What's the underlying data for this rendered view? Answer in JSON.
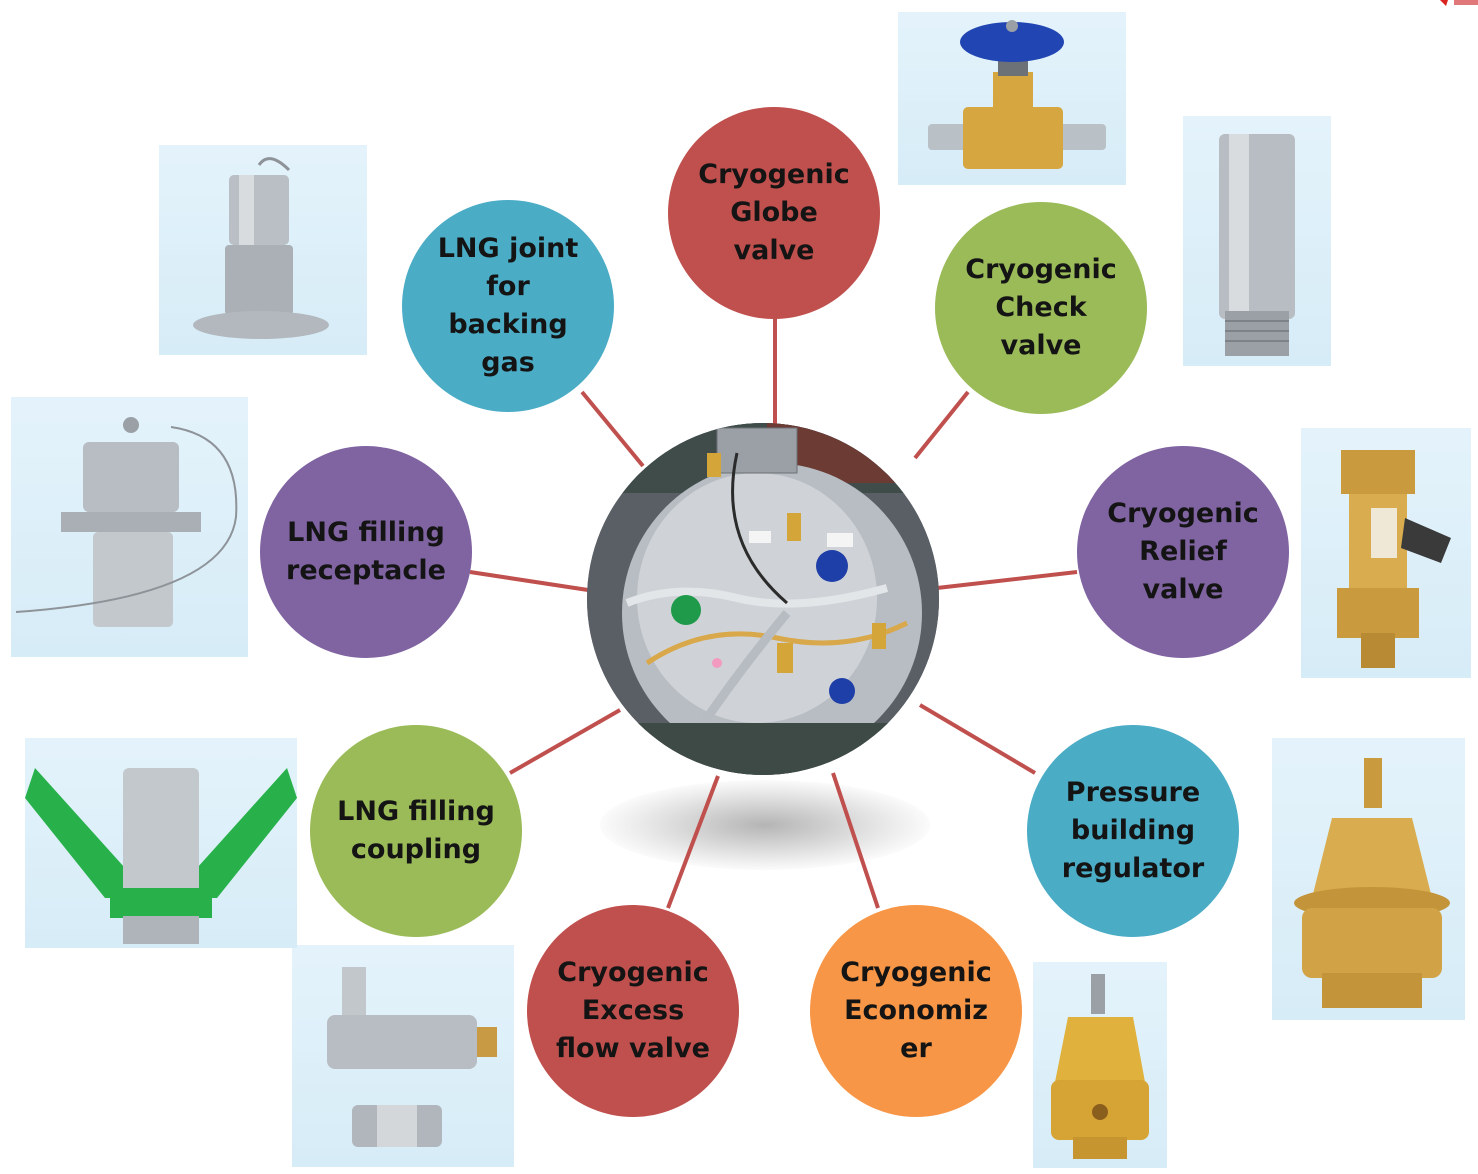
{
  "colors": {
    "red": "#c0504d",
    "teal": "#4bacc6",
    "green": "#9bbb59",
    "purple": "#8064a2",
    "orange": "#f79646",
    "connector": "#c0504d",
    "photo_bg": "#dcf0fa"
  },
  "center": {
    "image": "lng-cylinder-valve-panel-photo"
  },
  "components": [
    {
      "id": "globe",
      "label": "Cryogenic\nGlobe\nvalve",
      "color": "red",
      "photo": "blue-handwheel-brass-globe-valve"
    },
    {
      "id": "check",
      "label": "Cryogenic\nCheck\nvalve",
      "color": "green",
      "photo": "stainless-check-valve"
    },
    {
      "id": "relief",
      "label": "Cryogenic\nRelief\nvalve",
      "color": "purple",
      "photo": "brass-relief-valve"
    },
    {
      "id": "pressure",
      "label": "Pressure\nbuilding\nregulator",
      "color": "teal",
      "photo": "brass-pressure-regulator"
    },
    {
      "id": "economizer",
      "label": "Cryogenic\nEconomiz\ner",
      "color": "orange",
      "photo": "brass-economizer"
    },
    {
      "id": "excess",
      "label": "Cryogenic\nExcess\nflow valve",
      "color": "red",
      "photo": "excess-flow-valves"
    },
    {
      "id": "coupling",
      "label": "LNG filling\ncoupling",
      "color": "green",
      "photo": "green-handle-filling-coupling"
    },
    {
      "id": "receptacle",
      "label": "LNG filling\nreceptacle",
      "color": "purple",
      "photo": "stainless-filling-receptacle"
    },
    {
      "id": "joint",
      "label": "LNG joint\nfor\nbacking\ngas",
      "color": "teal",
      "photo": "stainless-backing-gas-joint"
    }
  ]
}
